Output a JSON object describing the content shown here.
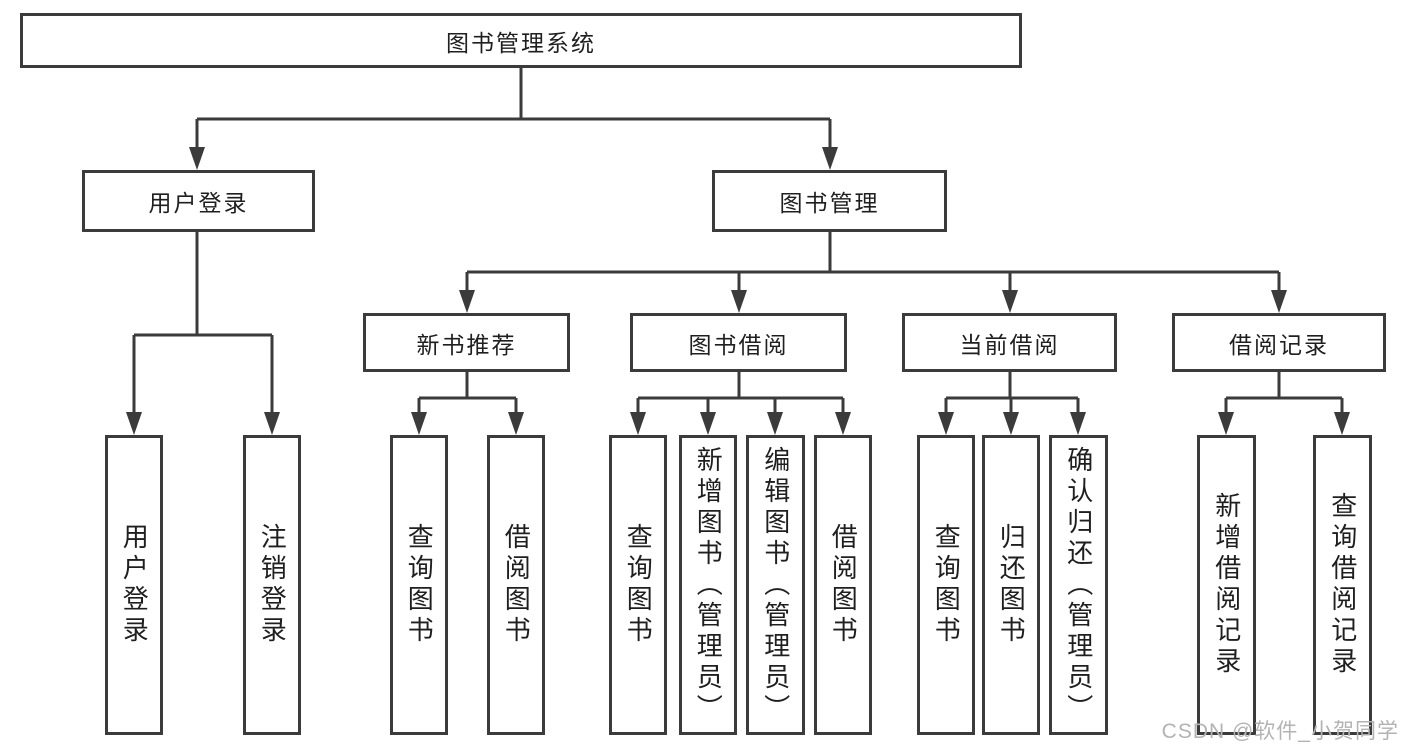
{
  "diagram": {
    "root": {
      "label": "图书管理系统"
    },
    "user_login": {
      "label": "用户登录",
      "children": [
        {
          "label": "用户登录"
        },
        {
          "label": "注销登录"
        }
      ]
    },
    "book_mgmt": {
      "label": "图书管理",
      "sections": [
        {
          "label": "新书推荐",
          "children": [
            {
              "label": "查询图书"
            },
            {
              "label": "借阅图书"
            }
          ]
        },
        {
          "label": "图书借阅",
          "children": [
            {
              "label": "查询图书"
            },
            {
              "label": "新增图书（管理员）"
            },
            {
              "label": "编辑图书（管理员）"
            },
            {
              "label": "借阅图书"
            }
          ]
        },
        {
          "label": "当前借阅",
          "children": [
            {
              "label": "查询图书"
            },
            {
              "label": "归还图书"
            },
            {
              "label": "确认归还（管理员）"
            }
          ]
        },
        {
          "label": "借阅记录",
          "children": [
            {
              "label": "新增借阅记录"
            },
            {
              "label": "查询借阅记录"
            }
          ]
        }
      ]
    }
  },
  "watermark": "CSDN @软件_小贺同学",
  "colors": {
    "line": "#3b3b3b",
    "text": "#1f1f1f",
    "watermark": "#b3b3b3",
    "background": "#ffffff"
  }
}
